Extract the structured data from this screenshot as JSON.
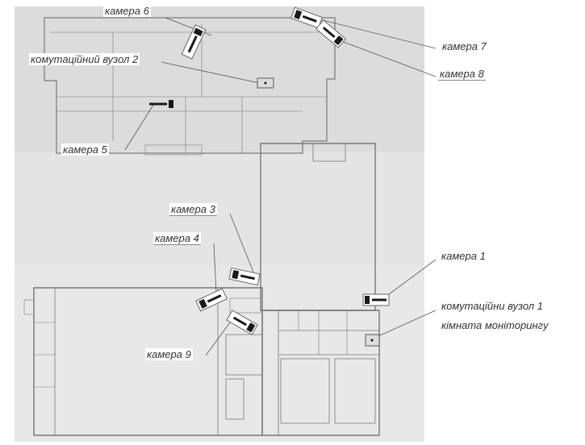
{
  "title": "Схема розміщення камер відеоспостереження",
  "colors": {
    "paper": "#e6e6e6",
    "wall": "#6a6a6a",
    "camera": "#1a1a1a",
    "leader": "#555555"
  },
  "labels": {
    "camera6": "камера 6",
    "switch2": "комутаційний вузол 2",
    "camera5": "камера 5",
    "camera7": "камера 7",
    "camera8": "камера 8",
    "camera3": "камера 3",
    "camera4": "камера 4",
    "camera9": "камера 9",
    "camera1": "камера 1",
    "switch1": "комутаційни вузол 1",
    "monitoring_room": "кімната моніторингу"
  }
}
